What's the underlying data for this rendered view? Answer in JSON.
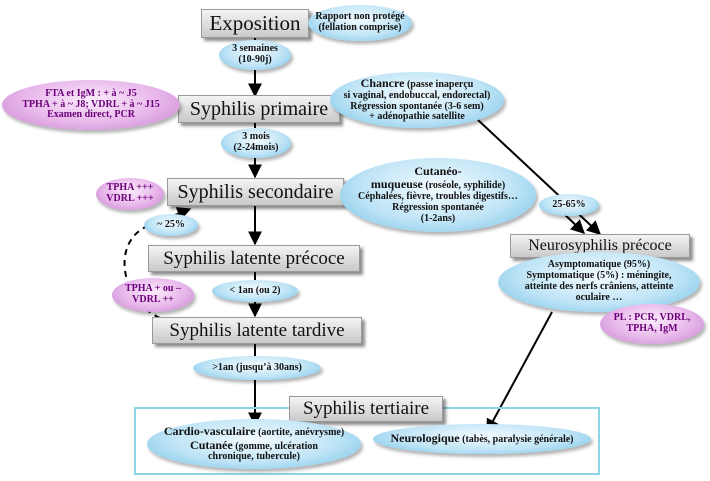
{
  "stages": {
    "exposition": "Exposition",
    "primaire": "Syphilis primaire",
    "secondaire": "Syphilis secondaire",
    "latente_precoce": "Syphilis latente précoce",
    "latente_tardive": "Syphilis latente tardive",
    "tertiaire": "Syphilis tertiaire",
    "neuro": "Neurosyphilis précoce"
  },
  "notes": {
    "rapport": [
      "Rapport non protégé",
      "(fellation comprise)"
    ],
    "delay1": [
      "3 semaines",
      "(10-90j)"
    ],
    "serology_primaire": [
      "FTA et IgM : + à ~ J5",
      "TPHA + à ~ J8; VDRL + à ~ J15",
      "Examen direct, PCR"
    ],
    "chancre_lines": [
      {
        "main": "Chancre",
        "sub": " (passe inaperçu"
      },
      {
        "main": "",
        "sub": "si vaginal, endobuccal, endorectal)"
      },
      {
        "main": "Régression spontanée (3-6 sem)",
        "sub": ""
      },
      {
        "main": "+ adénopathie satellite",
        "sub": ""
      }
    ],
    "delay2": [
      "3 mois",
      "(2-24mois)"
    ],
    "serology_secondaire": [
      "TPHA +++",
      "VDRL +++"
    ],
    "cutaneo_lines": [
      {
        "main": "Cutanéo-",
        "sub": ""
      },
      {
        "main": "muqueuse",
        "sub": " (roséole, syphilide)"
      },
      {
        "main": "Céphalées, fièvre, troubles digestifs…",
        "sub": ""
      },
      {
        "main": "Régression spontanée",
        "sub": ""
      },
      {
        "main": "(1-2ans)",
        "sub": ""
      }
    ],
    "percent_neuro": "25-65%",
    "percent_return": "~ 25%",
    "serology_latente": [
      "TPHA + ou –",
      "VDRL ++"
    ],
    "delay3": "< 1an (ou 2)",
    "delay4": ">1an (jusqu’à 30ans)",
    "neuro_details": [
      "Asymptomatique (95%)",
      "Symptomatique (5%) : méningite,",
      "atteinte des nerfs crâniens, atteinte",
      "oculaire …"
    ],
    "pl": [
      "PL : PCR, VDRL,",
      "TPHA, IgM"
    ],
    "cardio_lines": [
      {
        "main": "Cardio-vasculaire",
        "sub": " (aortite, anévrysme)"
      },
      {
        "main": "Cutanée",
        "sub": " (gomme, ulcération"
      },
      {
        "main": "",
        "sub": "chronique, tubercule)"
      }
    ],
    "neurologique": {
      "main": "Neurologique",
      "sub": " (tabès, paralysie générale)"
    }
  },
  "colors": {
    "blue_ellipse": "#bfe4f6",
    "pink_ellipse": "#e7b5ea",
    "pink_text": "#6b007a",
    "frame": "#8fd3e6"
  }
}
